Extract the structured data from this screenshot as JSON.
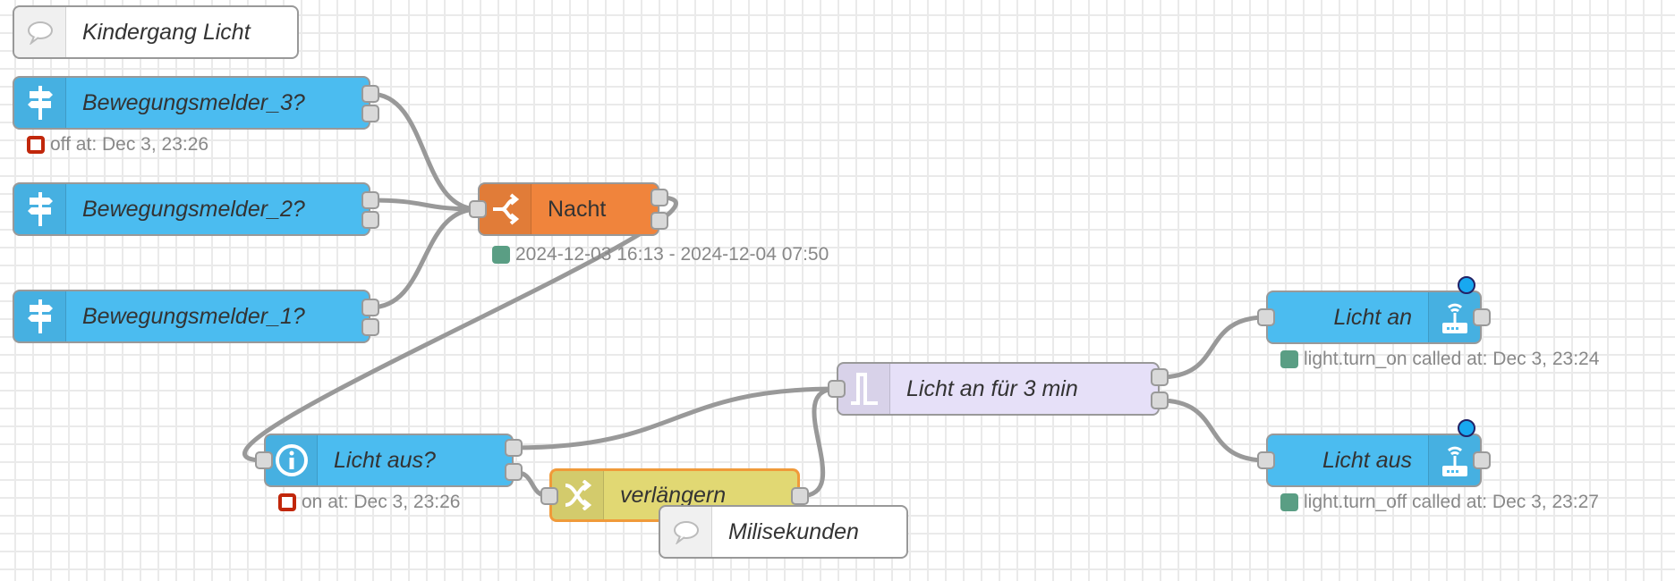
{
  "comments": {
    "title": "Kindergang Licht",
    "ms": "Milisekunden"
  },
  "nodes": {
    "b3": {
      "label": "Bewegungsmelder_3?",
      "status": "off at: Dec 3, 23:26"
    },
    "b2": {
      "label": "Bewegungsmelder_2?"
    },
    "b1": {
      "label": "Bewegungsmelder_1?"
    },
    "nacht": {
      "label": "Nacht",
      "status": "2024-12-03 16:13 - 2024-12-04 07:50"
    },
    "lichtaus_q": {
      "label": "Licht aus?",
      "status": "on at: Dec 3, 23:26"
    },
    "verlaengern": {
      "label": "verlängern"
    },
    "trigger": {
      "label": "Licht an für 3 min"
    },
    "lichtan": {
      "label": "Licht an",
      "status": "light.turn_on called at: Dec 3, 23:24"
    },
    "lichtaus": {
      "label": "Licht aus",
      "status": "light.turn_off called at: Dec 3, 23:27"
    }
  },
  "colors": {
    "ha": "#4bbcf0",
    "switch": "#f0843c",
    "change": "#e1d873",
    "trigger": "#e6e0f8",
    "wire": "#999999"
  }
}
